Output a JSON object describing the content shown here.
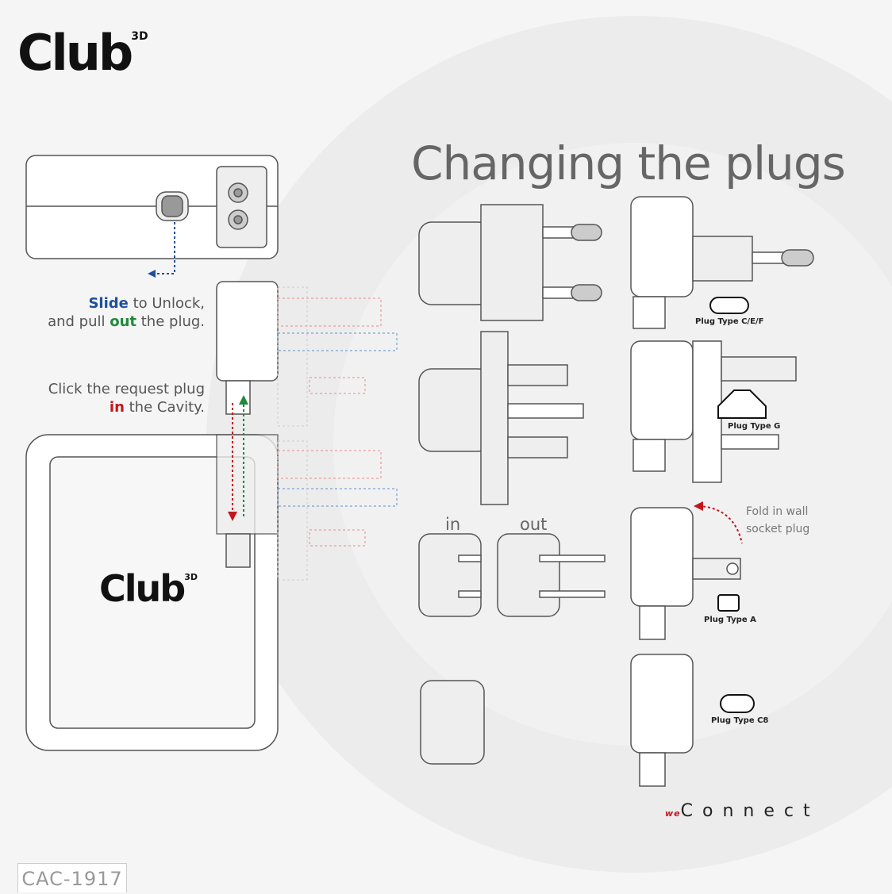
{
  "brand": {
    "name": "Club",
    "superscript": "3D"
  },
  "title": "Changing the plugs",
  "instructions": {
    "step1": {
      "highlight1": "Slide",
      "text1": " to Unlock,",
      "text2a": "and pull ",
      "highlight2": "out",
      "text2b": " the plug."
    },
    "step2": {
      "line1": "Click the request plug",
      "highlight": "in",
      "text2": " the Cavity."
    }
  },
  "plug_labels": {
    "cef": "Plug Type C/E/F",
    "g": "Plug Type G",
    "a": "Plug Type A",
    "c8": "Plug Type C8"
  },
  "fold": {
    "line1": "Fold in wall",
    "line2": "socket plug"
  },
  "us_states": {
    "in": "in",
    "out": "out"
  },
  "footer": {
    "sku": "CAC-1917",
    "tagline_prefix": "we",
    "tagline": "Connect"
  },
  "colors": {
    "blue": "#1d4f9c",
    "green": "#1f8a3a",
    "red": "#c4161c"
  }
}
